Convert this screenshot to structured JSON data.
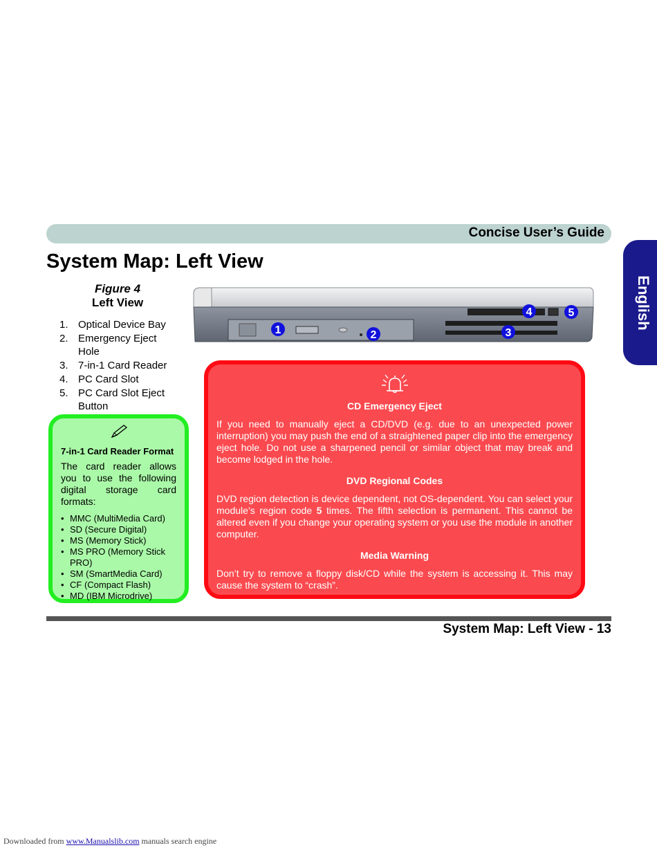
{
  "header": {
    "title": "Concise User’s Guide"
  },
  "language_tab": {
    "label": "English"
  },
  "page_title": "System Map: Left View",
  "figure": {
    "number": "Figure 4",
    "name": "Left View",
    "items": [
      {
        "num": "1.",
        "label": "Optical Device Bay"
      },
      {
        "num": "2.",
        "label": "Emergency Eject Hole"
      },
      {
        "num": "3.",
        "label": "7-in-1 Card Reader"
      },
      {
        "num": "4.",
        "label": "PC Card Slot"
      },
      {
        "num": "5.",
        "label": "PC Card Slot Eject Button"
      }
    ],
    "callouts": [
      "1",
      "2",
      "3",
      "4",
      "5"
    ]
  },
  "note": {
    "icon": "pencil-icon",
    "title": "7-in-1 Card Reader Format",
    "text": "The card reader allows you to use the following digital storage card formats:",
    "formats": [
      "MMC (MultiMedia Card)",
      "SD (Secure Digital)",
      "MS (Memory Stick)",
      "MS PRO (Memory Stick PRO)",
      "SM (SmartMedia Card)",
      "CF (Compact Flash)",
      "MD (IBM Microdrive)"
    ]
  },
  "warning": {
    "icon": "alarm-bell-icon",
    "sections": [
      {
        "heading": "CD Emergency Eject",
        "text": "If you need to manually eject a CD/DVD (e.g. due to an unexpected power interruption) you may push the end of a straightened paper clip into the emergency eject hole. Do not use a sharpened pencil or similar object that may break and become lodged in the hole."
      },
      {
        "heading": "DVD Regional Codes",
        "text_before": "DVD region detection is device dependent, not OS-dependent. You can select your module’s region code ",
        "text_bold": "5",
        "text_after": " times. The fifth selection is permanent. This cannot be altered even if you change your operating system or you use the module in another computer."
      },
      {
        "heading": "Media Warning",
        "text": "Don’t try to remove a floppy disk/CD while the system is accessing it. This may cause the system to “crash”."
      }
    ]
  },
  "footer": {
    "label": "System Map: Left View - 13"
  },
  "source": {
    "prefix": "Downloaded from ",
    "link": "www.Manualslib.com",
    "suffix": " manuals search engine"
  },
  "colors": {
    "header_bar": "#bcd3cf",
    "language_tab": "#1a1a8c",
    "note_fill": "#aaf9a8",
    "note_border": "#22ee22",
    "warning_fill": "#fa4a4f",
    "warning_border": "#ff0a14",
    "callout": "#1111dd"
  }
}
